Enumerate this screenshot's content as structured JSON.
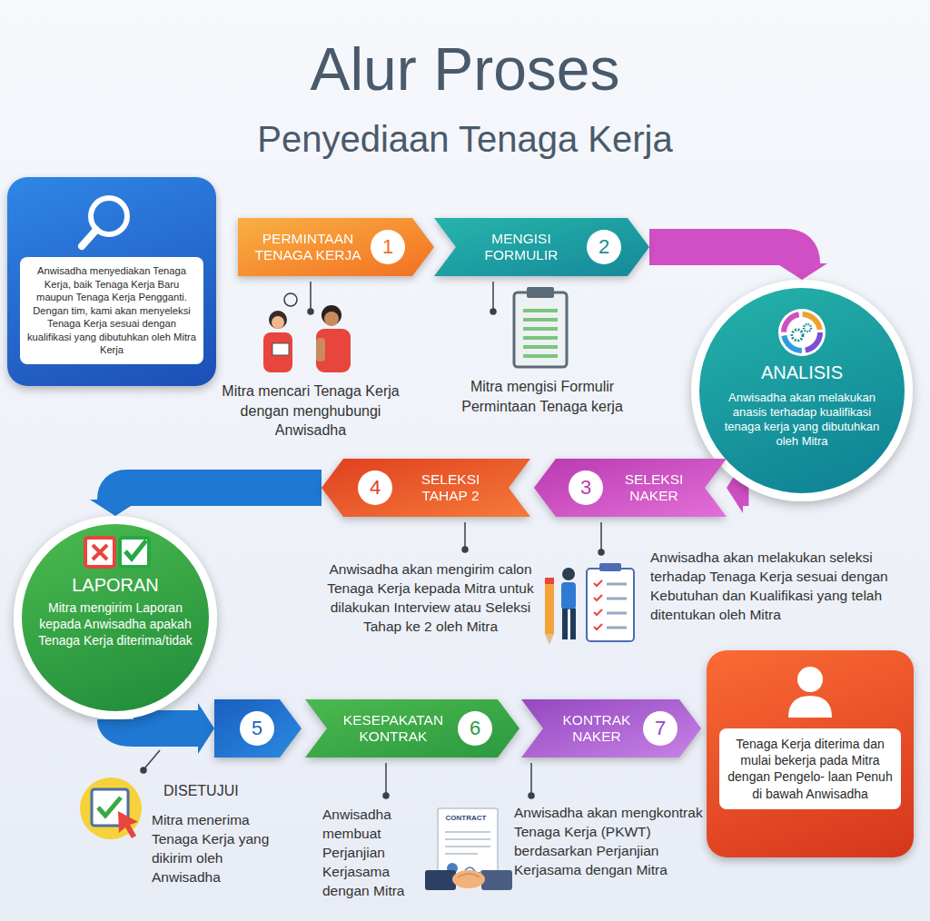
{
  "diagram": {
    "title": "Alur Proses",
    "nodes": [
      {
        "text": [
          "Anwisadha menyediakan Tenaga Kerja, baik Tenaga Kerja Baru maupun Tenaga Kerja Pengganti. Dengan tim, kami akan menyeleksi Tenaga Kerja sesuai dengan kualifikasi yang dibutuhkan oleh Mitra Kerja"
        ]
      },
      {
        "text": [
          "PERMINTAAN TENAGA KERJA",
          "1"
        ]
      },
      {
        "text": [
          "MENGISI FORMULIR",
          "2"
        ]
      },
      {
        "text": [
          "ANALISIS",
          "Anwisadha akan melakukan anasis terhadap kualifikasi tenaga kerja yang dibutuhkan oleh Mitra"
        ]
      },
      {
        "text": [
          "SELEKSI NAKER",
          "3"
        ]
      },
      {
        "text": [
          "SELEKSI TAHAP 2",
          "4"
        ]
      },
      {
        "text": [
          "LAPORAN",
          "Mitra mengirim Laporan kepada Anwisadha apakah Tenaga Kerja diterima/tidak"
        ]
      },
      {
        "text": [
          "5"
        ]
      },
      {
        "text": [
          "KESEPAKATAN KONTRAK",
          "6"
        ]
      },
      {
        "text": [
          "KONTRAK NAKER",
          "7"
        ]
      },
      {
        "text": [
          "Tenaga Kerja diterima dan mulai bekerja pada Mitra dengan Pengelo- laan Penuh di bawah Anwisadha"
        ]
      }
    ],
    "edges": [
      {
        "from": 2,
        "to": 3,
        "arrow": "to"
      },
      {
        "from": 3,
        "to": 4,
        "arrow": "to"
      },
      {
        "from": 5,
        "to": 6,
        "arrow": "to"
      },
      {
        "from": 6,
        "to": 7,
        "arrow": "to"
      }
    ],
    "labels": [
      "Penyediaan Tenaga Kerja",
      "Mitra mencari Tenaga Kerja dengan menghubungi Anwisadha",
      "Mitra mengisi Formulir Permintaan Tenaga kerja",
      "Anwisadha akan mengirim calon Tenaga Kerja kepada Mitra untuk dilakukan Interview atau Seleksi Tahap ke 2 oleh Mitra",
      "Anwisadha akan melakukan seleksi terhadap Tenaga Kerja sesuai dengan Kebutuhan dan Kualifikasi yang telah ditentukan oleh Mitra",
      "DISETUJUI",
      "Mitra menerima Tenaga Kerja yang dikirim oleh Anwisadha",
      "Anwisadha membuat Perjanjian Kerjasama dengan Mitra",
      "Anwisadha akan mengkontrak Tenaga Kerja (PKWT) berdasarkan Perjanjian Kerjasama dengan Mitra",
      "CONTRACT"
    ]
  }
}
